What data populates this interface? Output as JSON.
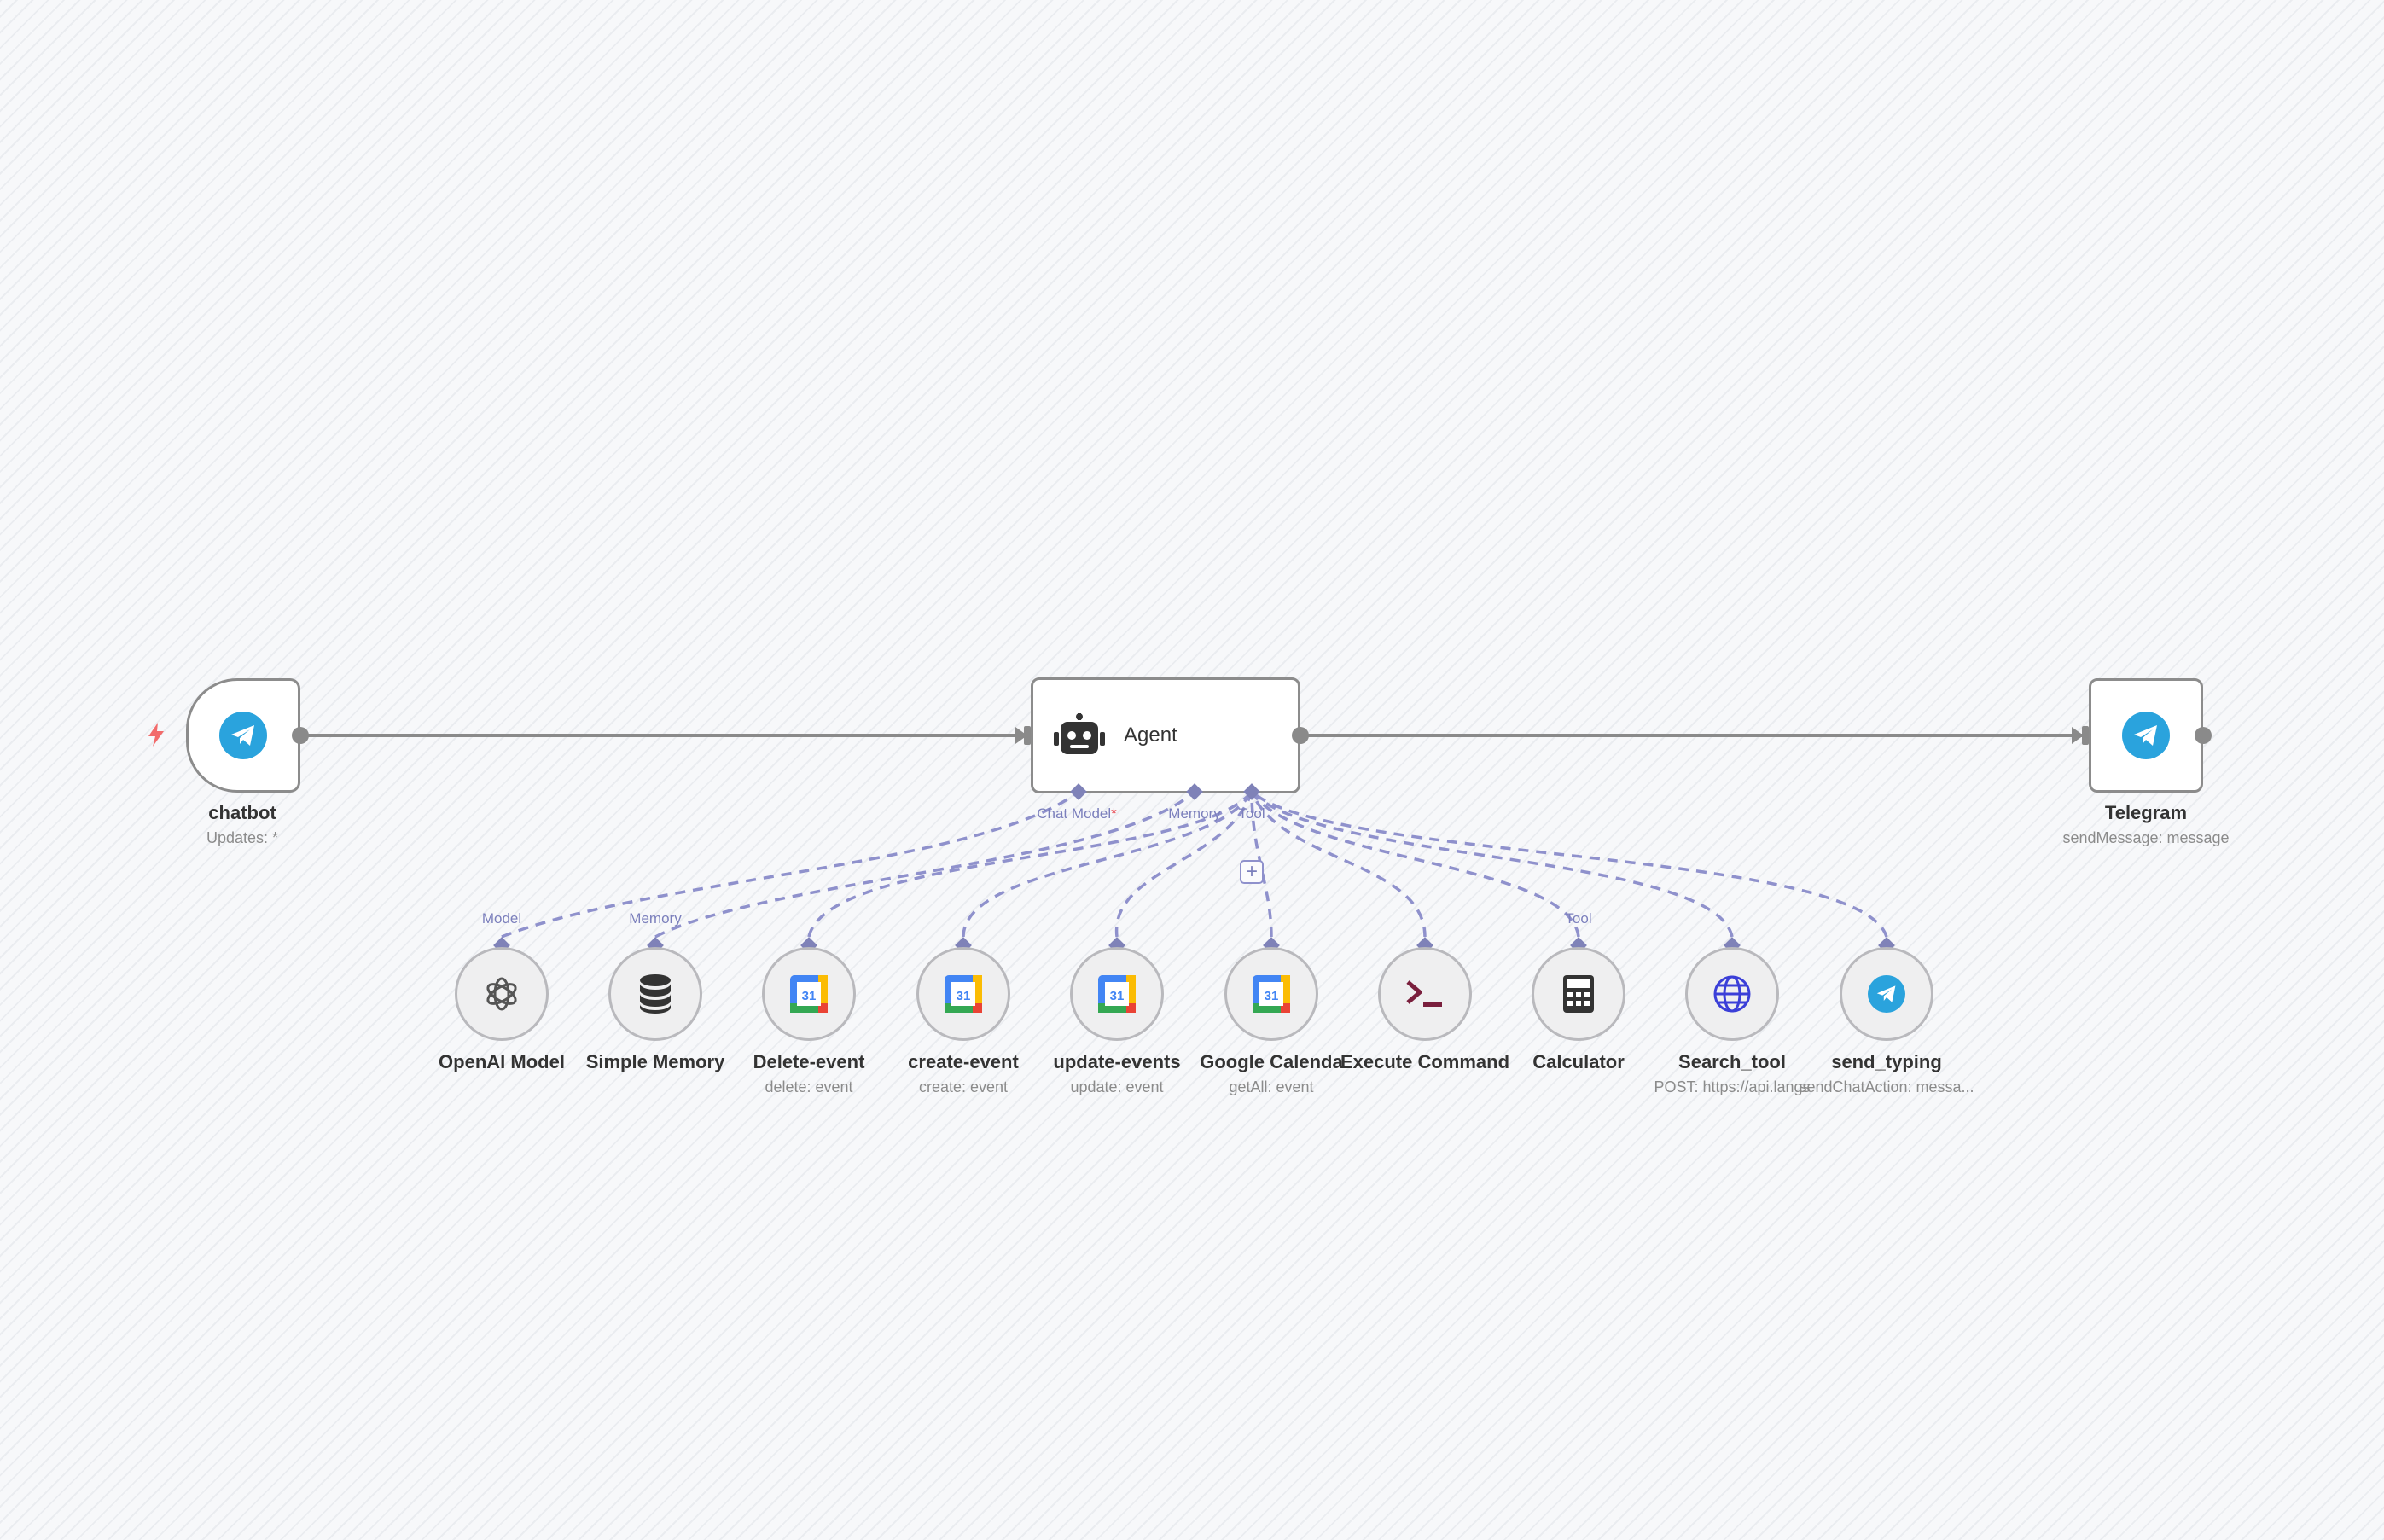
{
  "nodes": {
    "chatbot": {
      "name": "chatbot",
      "subtitle": "Updates: *"
    },
    "agent": {
      "name": "Agent"
    },
    "telegram": {
      "name": "Telegram",
      "subtitle": "sendMessage: message"
    }
  },
  "agent_ports": {
    "chat_model": "Chat Model",
    "chat_model_required": "*",
    "memory": "Memory",
    "tool": "Tool"
  },
  "sub_nodes": [
    {
      "id": "openai",
      "name": "OpenAI Model",
      "subtitle": "",
      "port": "Model",
      "icon": "openai-icon"
    },
    {
      "id": "memory",
      "name": "Simple Memory",
      "subtitle": "",
      "port": "Memory",
      "icon": "database-icon"
    },
    {
      "id": "delete",
      "name": "Delete-event",
      "subtitle": "delete: event",
      "port": "",
      "icon": "google-calendar-icon"
    },
    {
      "id": "create",
      "name": "create-event",
      "subtitle": "create: event",
      "port": "",
      "icon": "google-calendar-icon"
    },
    {
      "id": "update",
      "name": "update-events",
      "subtitle": "update: event",
      "port": "",
      "icon": "google-calendar-icon"
    },
    {
      "id": "gcal",
      "name": "Google Calenda",
      "subtitle": "getAll: event",
      "port": "",
      "icon": "google-calendar-icon"
    },
    {
      "id": "exec",
      "name": "Execute Command",
      "subtitle": "",
      "port": "",
      "icon": "terminal-icon"
    },
    {
      "id": "calc",
      "name": "Calculator",
      "subtitle": "",
      "port": "Tool",
      "icon": "calculator-icon"
    },
    {
      "id": "search",
      "name": "Search_tool",
      "subtitle": "POST: https://api.langs",
      "port": "",
      "icon": "globe-icon"
    },
    {
      "id": "typing",
      "name": "send_typing",
      "subtitle": "sendChatAction: messa...",
      "port": "",
      "icon": "telegram-icon"
    }
  ],
  "colors": {
    "telegram": "#2aa3dd",
    "sub_edge": "#8f91cc",
    "trigger_bolt": "#f26b6b",
    "terminal": "#7a1f3d"
  }
}
